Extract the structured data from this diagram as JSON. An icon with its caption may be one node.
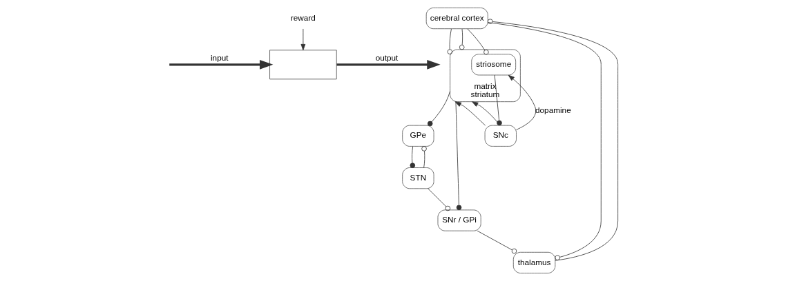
{
  "diagram": {
    "nodes": [
      {
        "text": [],
        "shape": "box"
      },
      {
        "text": [
          "reward"
        ]
      },
      {
        "text": [
          "cerebral cortex"
        ]
      },
      {
        "text": [
          "matrix",
          "striatum"
        ]
      },
      {
        "text": [
          "striosome"
        ],
        "in": 3
      },
      {
        "text": [
          "thalamus"
        ]
      },
      {
        "text": [
          "GPe"
        ]
      },
      {
        "text": [
          "SNc"
        ]
      },
      {
        "text": [
          "SNr / GPi"
        ]
      },
      {
        "text": [
          "STN"
        ]
      }
    ],
    "edges": [
      {
        "from": null,
        "to": 0,
        "arrow": "to",
        "label": "input",
        "style": "thick"
      },
      {
        "from": 0,
        "to": null,
        "arrow": "to",
        "label": "output",
        "style": "thick"
      },
      {
        "from": 1,
        "to": 0,
        "arrow": "to"
      },
      {
        "from": 2,
        "to": 4,
        "arrow": "other"
      },
      {
        "from": 2,
        "to": 3,
        "arrow": "other"
      },
      {
        "from": 2,
        "to": 3,
        "arrow": "other"
      },
      {
        "from": 7,
        "to": 4,
        "arrow": "to",
        "label": "dopamine"
      },
      {
        "from": 7,
        "to": 3,
        "arrow": "to"
      },
      {
        "from": 7,
        "to": 3,
        "arrow": "to"
      },
      {
        "from": 5,
        "to": 2,
        "arrow": "other"
      },
      {
        "from": 2,
        "to": 5,
        "arrow": "other"
      },
      {
        "from": 4,
        "to": 7,
        "arrow": "other"
      },
      {
        "from": 3,
        "to": 8,
        "arrow": "other"
      },
      {
        "from": 3,
        "to": 6,
        "arrow": "other"
      },
      {
        "from": 6,
        "to": 9,
        "arrow": "other"
      },
      {
        "from": 9,
        "to": 6,
        "arrow": "other"
      },
      {
        "from": 9,
        "to": 8,
        "arrow": "other"
      },
      {
        "from": 8,
        "to": 5,
        "arrow": "other"
      }
    ]
  }
}
